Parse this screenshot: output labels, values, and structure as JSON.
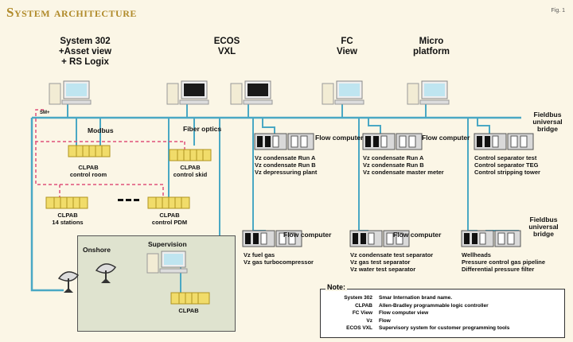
{
  "title": "System architecture",
  "fig_label": "Fig. 1",
  "systems": {
    "s302": [
      "System 302",
      "+Asset view",
      "+ RS Logix"
    ],
    "ecos": [
      "ECOS",
      "VXL"
    ],
    "fcview": [
      "FC",
      "View"
    ],
    "micro": [
      "Micro",
      "platform"
    ]
  },
  "bus_labels": {
    "sm": "SM+",
    "modbus": "Modbus",
    "fiber": "Fiber optics",
    "fieldbus_top": [
      "Fieldbus",
      "universal",
      "bridge"
    ],
    "fieldbus_bottom": [
      "Fieldbus",
      "universal",
      "bridge"
    ]
  },
  "clpab": {
    "room": [
      "CLPAB",
      "control room"
    ],
    "skid": [
      "CLPAB",
      "control skid"
    ],
    "stations": [
      "CLPAB",
      "14 stations"
    ],
    "pdm": [
      "CLPAB",
      "control PDM"
    ],
    "onshore": [
      "CLPAB"
    ]
  },
  "flow_groups": {
    "g1": {
      "title": "Flow computer",
      "items": [
        "Vz condensate Run A",
        "Vz condensate Run B",
        "Vz depressuring plant"
      ]
    },
    "g2": {
      "title": "Flow computer",
      "items": [
        "Vz condensate Run A",
        "Vz condensate Run B",
        "Vz condensate master meter"
      ]
    },
    "g3": {
      "title": "",
      "items": [
        "Control separator test",
        "Control separator TEG",
        "Control stripping tower"
      ]
    },
    "g4": {
      "title": "Flow computer",
      "items": [
        "Vz fuel gas",
        "Vz gas turbocompressor"
      ]
    },
    "g5": {
      "title": "Flow computer",
      "items": [
        "Vz condensate test separator",
        "Vz gas test separator",
        "Vz water test separator"
      ]
    },
    "g6": {
      "title": "",
      "items": [
        "Wellheads",
        "Pressure control gas pipeline",
        "Differential pressure filter"
      ]
    }
  },
  "onshore": {
    "label": "Onshore",
    "supervision": "Supervision"
  },
  "note": {
    "title": "Note:",
    "rows": [
      {
        "k": "System 302",
        "v": "Smar Internation brand name."
      },
      {
        "k": "CLPAB",
        "v": "Allen-Bradley programmable logic controller"
      },
      {
        "k": "FC View",
        "v": "Flow computer view"
      },
      {
        "k": "Vz",
        "v": "Flow"
      },
      {
        "k": "ECOS VXL",
        "v": "Supervisory system for customer programming tools"
      }
    ]
  },
  "colors": {
    "bus": "#4aa8c4",
    "dashed": "#e0507a",
    "clpab": "#f1dc6a",
    "title": "#b08a2a"
  }
}
